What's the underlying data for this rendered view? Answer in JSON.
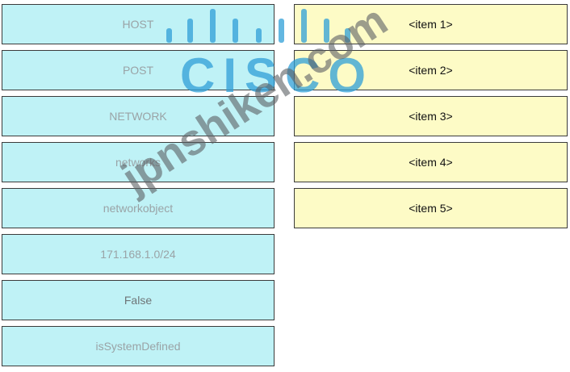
{
  "sources": {
    "items": [
      {
        "label": "HOST"
      },
      {
        "label": "POST"
      },
      {
        "label": "NETWORK"
      },
      {
        "label": "networks"
      },
      {
        "label": "networkobject"
      },
      {
        "label": "171.168.1.0/24"
      },
      {
        "label": "False"
      },
      {
        "label": "isSystemDefined"
      }
    ]
  },
  "targets": {
    "items": [
      {
        "label": "<item 1>"
      },
      {
        "label": "<item 2>"
      },
      {
        "label": "<item 3>"
      },
      {
        "label": "<item 4>"
      },
      {
        "label": "<item 5>"
      }
    ]
  },
  "watermarks": {
    "logo_text": "CISCO",
    "site_text": "jpnshiken.com"
  },
  "colors": {
    "source_tile": "#bff2f6",
    "target_tile": "#fdfbc6",
    "logo_blue": "#2f9fd8"
  }
}
